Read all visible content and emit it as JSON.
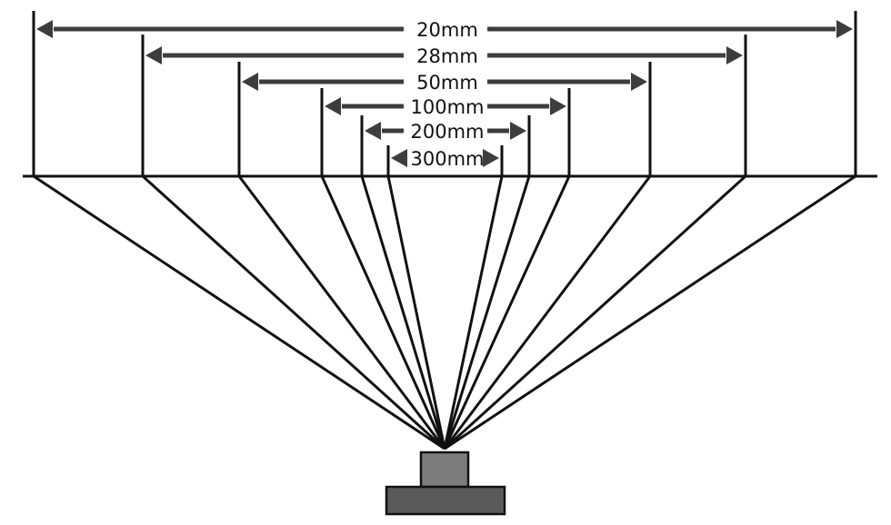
{
  "diagram": {
    "title": "",
    "focal_lengths": [
      {
        "label": "20mm"
      },
      {
        "label": "28mm"
      },
      {
        "label": "50mm"
      },
      {
        "label": "100mm"
      },
      {
        "label": "200mm"
      },
      {
        "label": "300mm"
      }
    ],
    "colors": {
      "line": "#111111",
      "arrow": "#3d3d3d",
      "camera_lens": "#7d7d7d",
      "camera_body": "#5a5a5a",
      "background": "#ffffff"
    }
  }
}
